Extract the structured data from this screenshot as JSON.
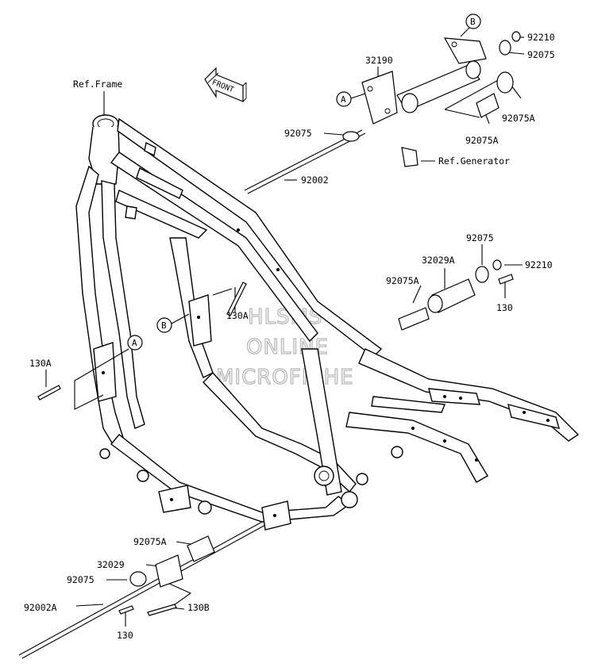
{
  "diagram": {
    "watermark": [
      "HLSMS",
      "ONLINE",
      "MICROFICHE"
    ],
    "front_label": "FRONT",
    "callouts": {
      "ref_frame": "Ref.Frame",
      "ref_generator": "Ref.Generator",
      "p32190": "32190",
      "p92075_top_left": "92075",
      "p92002_top": "92002",
      "p92210_top": "92210",
      "p92075_top_right": "92075",
      "p92075A_right": "92075A",
      "p92075A_mid": "92075A",
      "p92075_mid": "92075",
      "p32029A": "32029A",
      "p92210_mid": "92210",
      "p92075A_mid_left": "92075A",
      "p130_mid": "130",
      "p130A_mid": "130A",
      "p130A_left": "130A",
      "p92075A_bottom": "92075A",
      "p32029": "32029",
      "p92075_bottom": "92075",
      "p92002A": "92002A",
      "p130_bottom": "130",
      "p130B": "130B"
    },
    "circles": {
      "A_top": "A",
      "B_top": "B",
      "A_left": "A",
      "B_mid": "B"
    }
  }
}
